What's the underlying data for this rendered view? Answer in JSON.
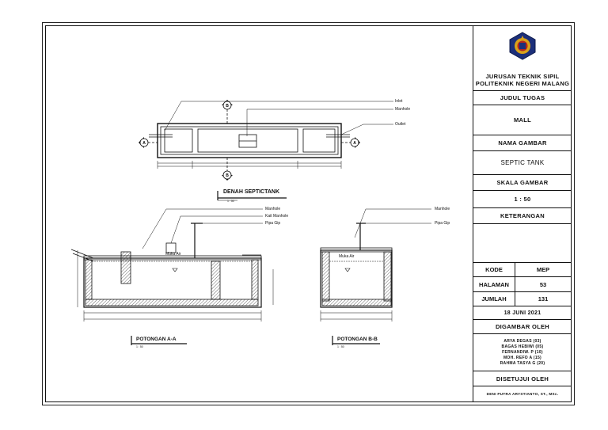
{
  "titleblock": {
    "dept_line1": "JURUSAN TEKNIK SIPIL",
    "dept_line2": "POLITEKNIK NEGERI MALANG",
    "judul_tugas_label": "JUDUL TUGAS",
    "judul_tugas_value": "MALL",
    "nama_gambar_label": "NAMA GAMBAR",
    "nama_gambar_value": "SEPTIC TANK",
    "skala_label": "SKALA GAMBAR",
    "skala_value": "1 : 50",
    "keterangan_label": "KETERANGAN",
    "kode_label": "KODE",
    "kode_value": "MEP",
    "halaman_label": "HALAMAN",
    "halaman_value": "53",
    "jumlah_label": "JUMLAH",
    "jumlah_value": "131",
    "date": "18 JUNI 2021",
    "digambar_label": "DIGAMBAR OLEH",
    "authors": [
      "ARYA DEGAS (03)",
      "BAGAS HEBIWI (05)",
      "FERNANDIW. P (10)",
      "MOH. REFO A (15)",
      "RAHMA TASYA G (20)"
    ],
    "disetujui_label": "DISETUJUI OLEH",
    "approver": "DENI PUTRA ARYSTIANTO, ST., MSc."
  },
  "drawing": {
    "plan_title": "DENAH SEPTICTANK",
    "section_a_title": "POTONGAN A-A",
    "section_b_title": "POTONGAN B-B",
    "scale_note": "1 : 50",
    "callouts": {
      "inlet": "Inlet",
      "manhole": "Manhole",
      "outlet": "Outlet",
      "kait_manhole": "Kait Manhole",
      "pipa_gip": "Pipa Gip",
      "muka_air": "Muka Air"
    },
    "section_markers": {
      "a": "A",
      "b": "B"
    }
  },
  "colors": {
    "line": "#111111",
    "hatch": "#555555",
    "logo_blue": "#1c2f7a",
    "logo_gold": "#d9a21a",
    "logo_red": "#b3261e"
  }
}
